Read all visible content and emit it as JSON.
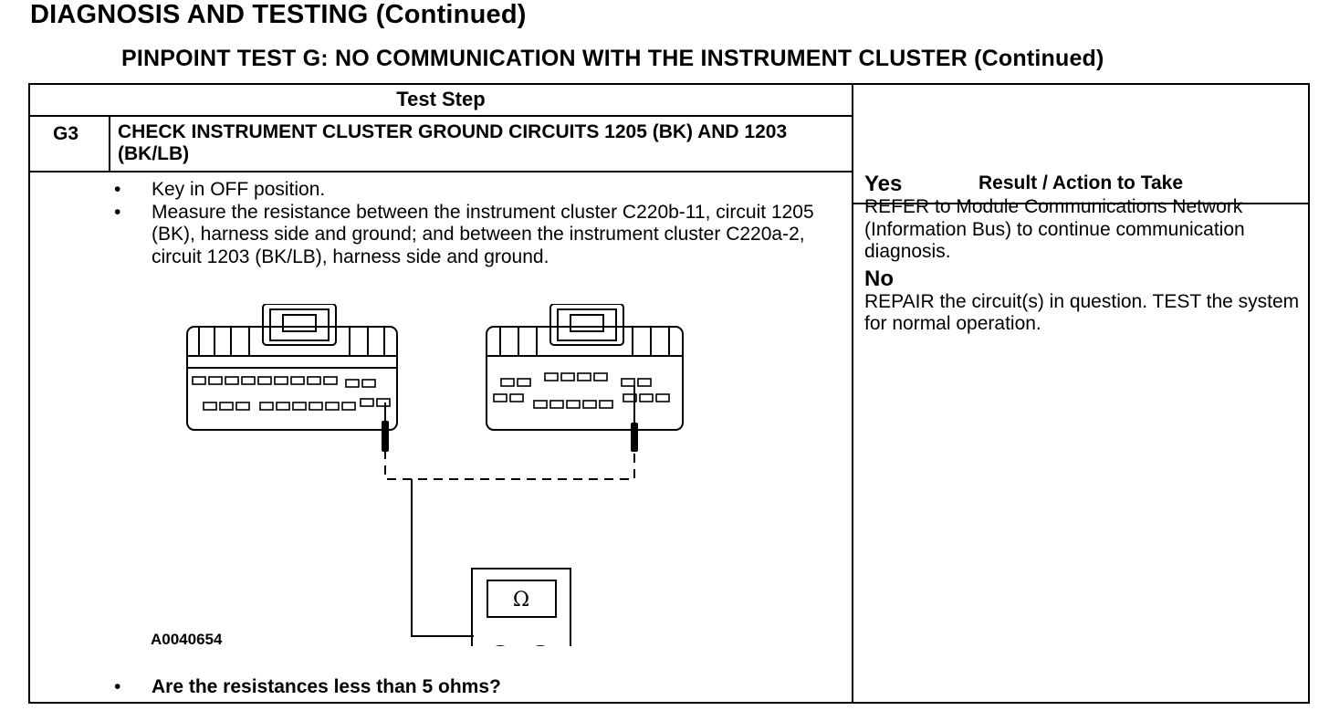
{
  "page_title": "DIAGNOSIS AND TESTING (Continued)",
  "test_title": "PINPOINT TEST  G: NO COMMUNICATION WITH THE INSTRUMENT CLUSTER (Continued)",
  "table": {
    "col_step": "Test Step",
    "col_result": "Result / Action to Take",
    "step_number": "G3",
    "step_title": "CHECK INSTRUMENT CLUSTER GROUND CIRCUITS 1205 (BK) AND 1203 (BK/LB)",
    "bullet_glyph": "•",
    "bullets": [
      "Key in OFF position.",
      "Measure the resistance between the instrument cluster C220b-11, circuit 1205 (BK), harness side and ground; and between the instrument cluster C220a-2, circuit 1203 (BK/LB), harness side and ground."
    ],
    "question": "Are the resistances less than 5 ohms?",
    "figure_id": "A0040654",
    "meter_symbol": "Ω",
    "plus_symbol": "+",
    "minus_symbol": "−",
    "result": {
      "yes_label": "Yes",
      "yes_text": "REFER to Module Communications Network (Information Bus) to continue communication diagnosis.",
      "no_label": "No",
      "no_text": "REPAIR the circuit(s) in question. TEST the system for normal operation."
    }
  }
}
